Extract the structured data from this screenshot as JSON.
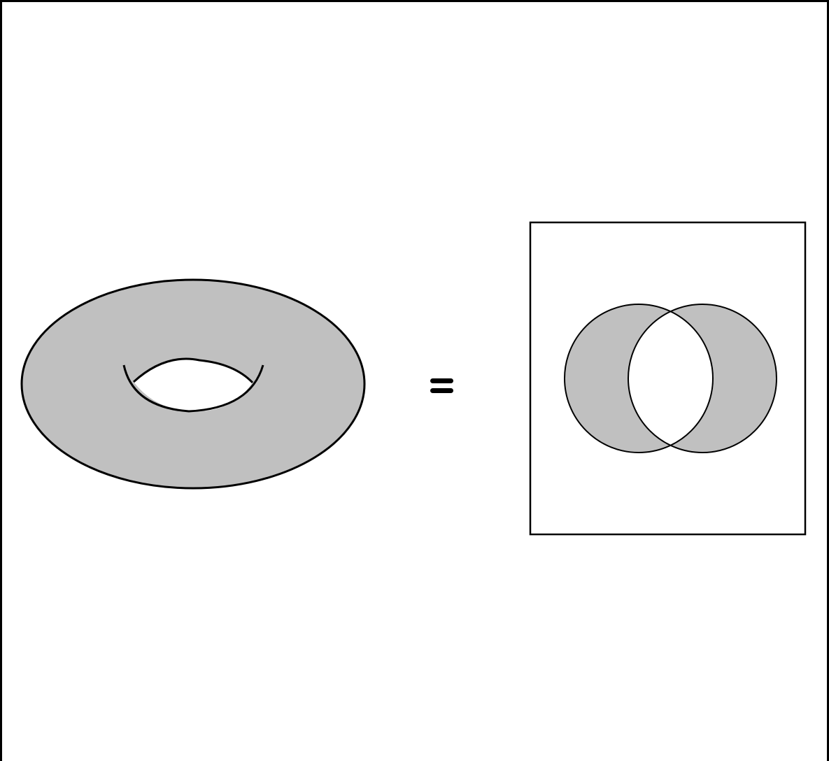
{
  "figure": {
    "left": {
      "shape": "torus",
      "icon": "torus-icon"
    },
    "operator": {
      "symbol": "="
    },
    "right": {
      "shape": "venn-diagram-symmetric-difference",
      "icon": "venn-diagram-icon",
      "shaded_regions": [
        "left-only",
        "right-only"
      ],
      "unshaded_regions": [
        "intersection",
        "outside"
      ]
    }
  },
  "colors": {
    "fill": "#c0c0c0",
    "stroke": "#000000",
    "background": "#ffffff"
  }
}
